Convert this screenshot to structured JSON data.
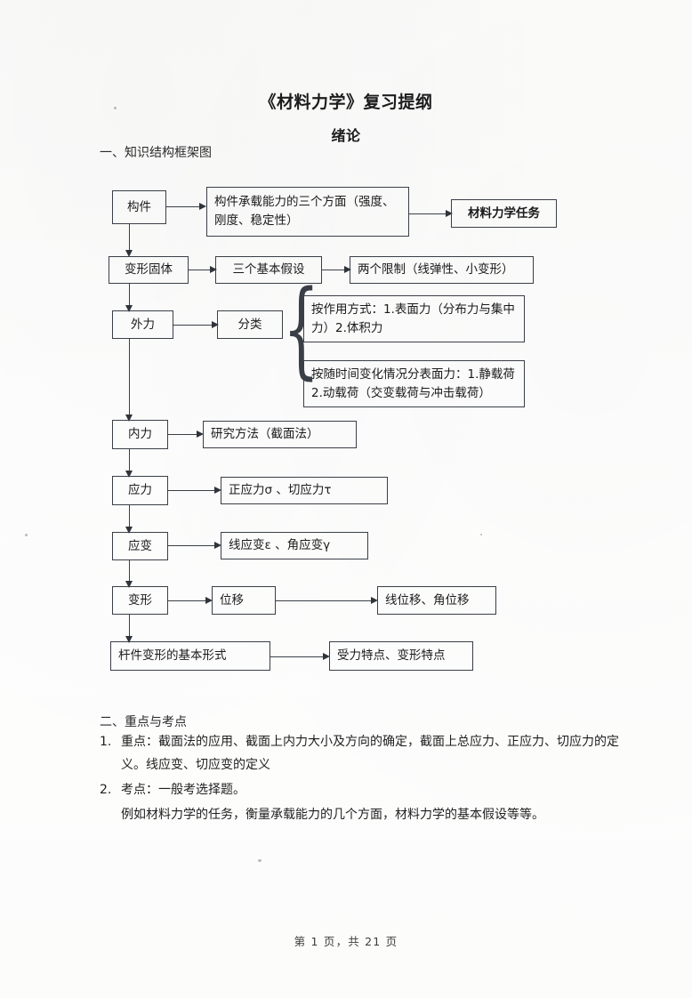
{
  "document": {
    "title": "《材料力学》复习提纲",
    "subtitle": "绪论",
    "section1_heading": "一、知识结构框架图",
    "section2_heading": "二、重点与考点",
    "footer": "第 1 页，共 21 页"
  },
  "diagram": {
    "nodes": {
      "goujian": "构件",
      "chengzai": "构件承载能力的三个方面（强度、刚度、稳定性）",
      "renwu": "材料力学任务",
      "bianxing_guti": "变形固体",
      "jiashe": "三个基本假设",
      "xianzhi": "两个限制（线弹性、小变形）",
      "waili": "外力",
      "fenlei": "分类",
      "fenlei_a": "按作用方式：1.表面力（分布力与集中力）2.体积力",
      "fenlei_b": "按随时间变化情况分表面力：1.静载荷 2.动载荷（交变载荷与冲击载荷）",
      "neili": "内力",
      "yanjiu": "研究方法（截面法）",
      "yingli": "应力",
      "yingli_def": "正应力σ 、切应力τ",
      "yingbian": "应变",
      "yingbian_def": "线应变ε 、角应变γ",
      "bianxing": "变形",
      "weiyi": "位移",
      "weiyi_def": "线位移、角位移",
      "ganjian": "杆件变形的基本形式",
      "tedian": "受力特点、变形特点"
    }
  },
  "notes": {
    "items": [
      {
        "num": "1.",
        "body": "重点：截面法的应用、截面上内力大小及方向的确定，截面上总应力、正应力、切应力的定义。线应变、切应变的定义",
        "sub": ""
      },
      {
        "num": "2.",
        "body": "考点：一般考选择题。",
        "sub": "例如材料力学的任务，衡量承载能力的几个方面，材料力学的基本假设等等。"
      }
    ]
  }
}
